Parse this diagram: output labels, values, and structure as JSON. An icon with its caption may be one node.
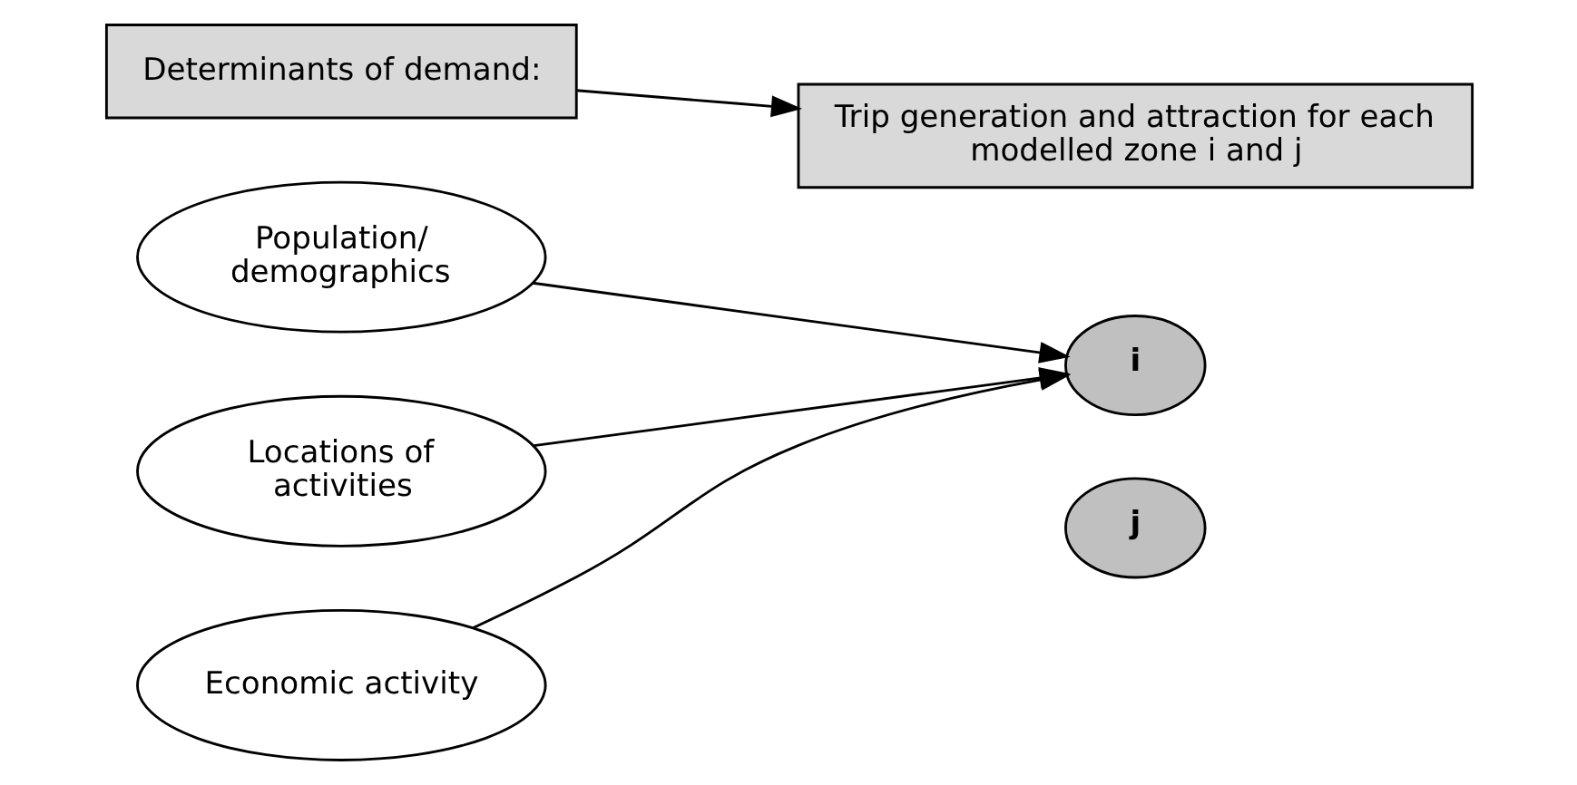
{
  "diagram": {
    "nodes": [
      {
        "text": [
          "Determinants of demand:"
        ]
      },
      {
        "text": [
          "Trip generation and attraction for each modelled zone i and j"
        ]
      },
      {
        "text": [
          "Population/ demographics"
        ]
      },
      {
        "text": [
          "Locations of activities"
        ]
      },
      {
        "text": [
          "Economic activity"
        ]
      },
      {
        "text": [
          "i"
        ]
      },
      {
        "text": [
          "j"
        ]
      }
    ],
    "edges": [
      {
        "from": 0,
        "to": 1,
        "arrow": "to"
      },
      {
        "from": 2,
        "to": 5,
        "arrow": "to"
      },
      {
        "from": 3,
        "to": 5,
        "arrow": "to"
      },
      {
        "from": 4,
        "to": 5,
        "arrow": "to"
      }
    ]
  }
}
